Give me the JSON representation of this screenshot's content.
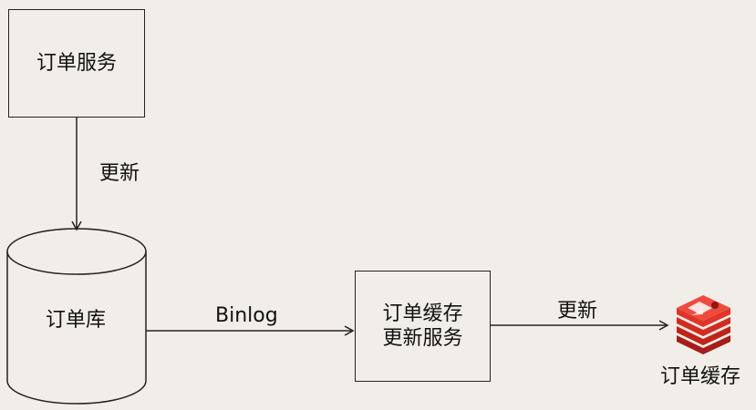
{
  "nodes": {
    "order_service": {
      "label": "订单服务"
    },
    "order_db": {
      "label": "订单库"
    },
    "cache_update_service": {
      "line1": "订单缓存",
      "line2": "更新服务"
    },
    "order_cache": {
      "label": "订单缓存",
      "icon": "redis-icon",
      "color": "#d82c20"
    }
  },
  "edges": {
    "service_to_db": {
      "label": "更新"
    },
    "db_to_update_service": {
      "label": "Binlog"
    },
    "update_service_to_cache": {
      "label": "更新"
    }
  }
}
